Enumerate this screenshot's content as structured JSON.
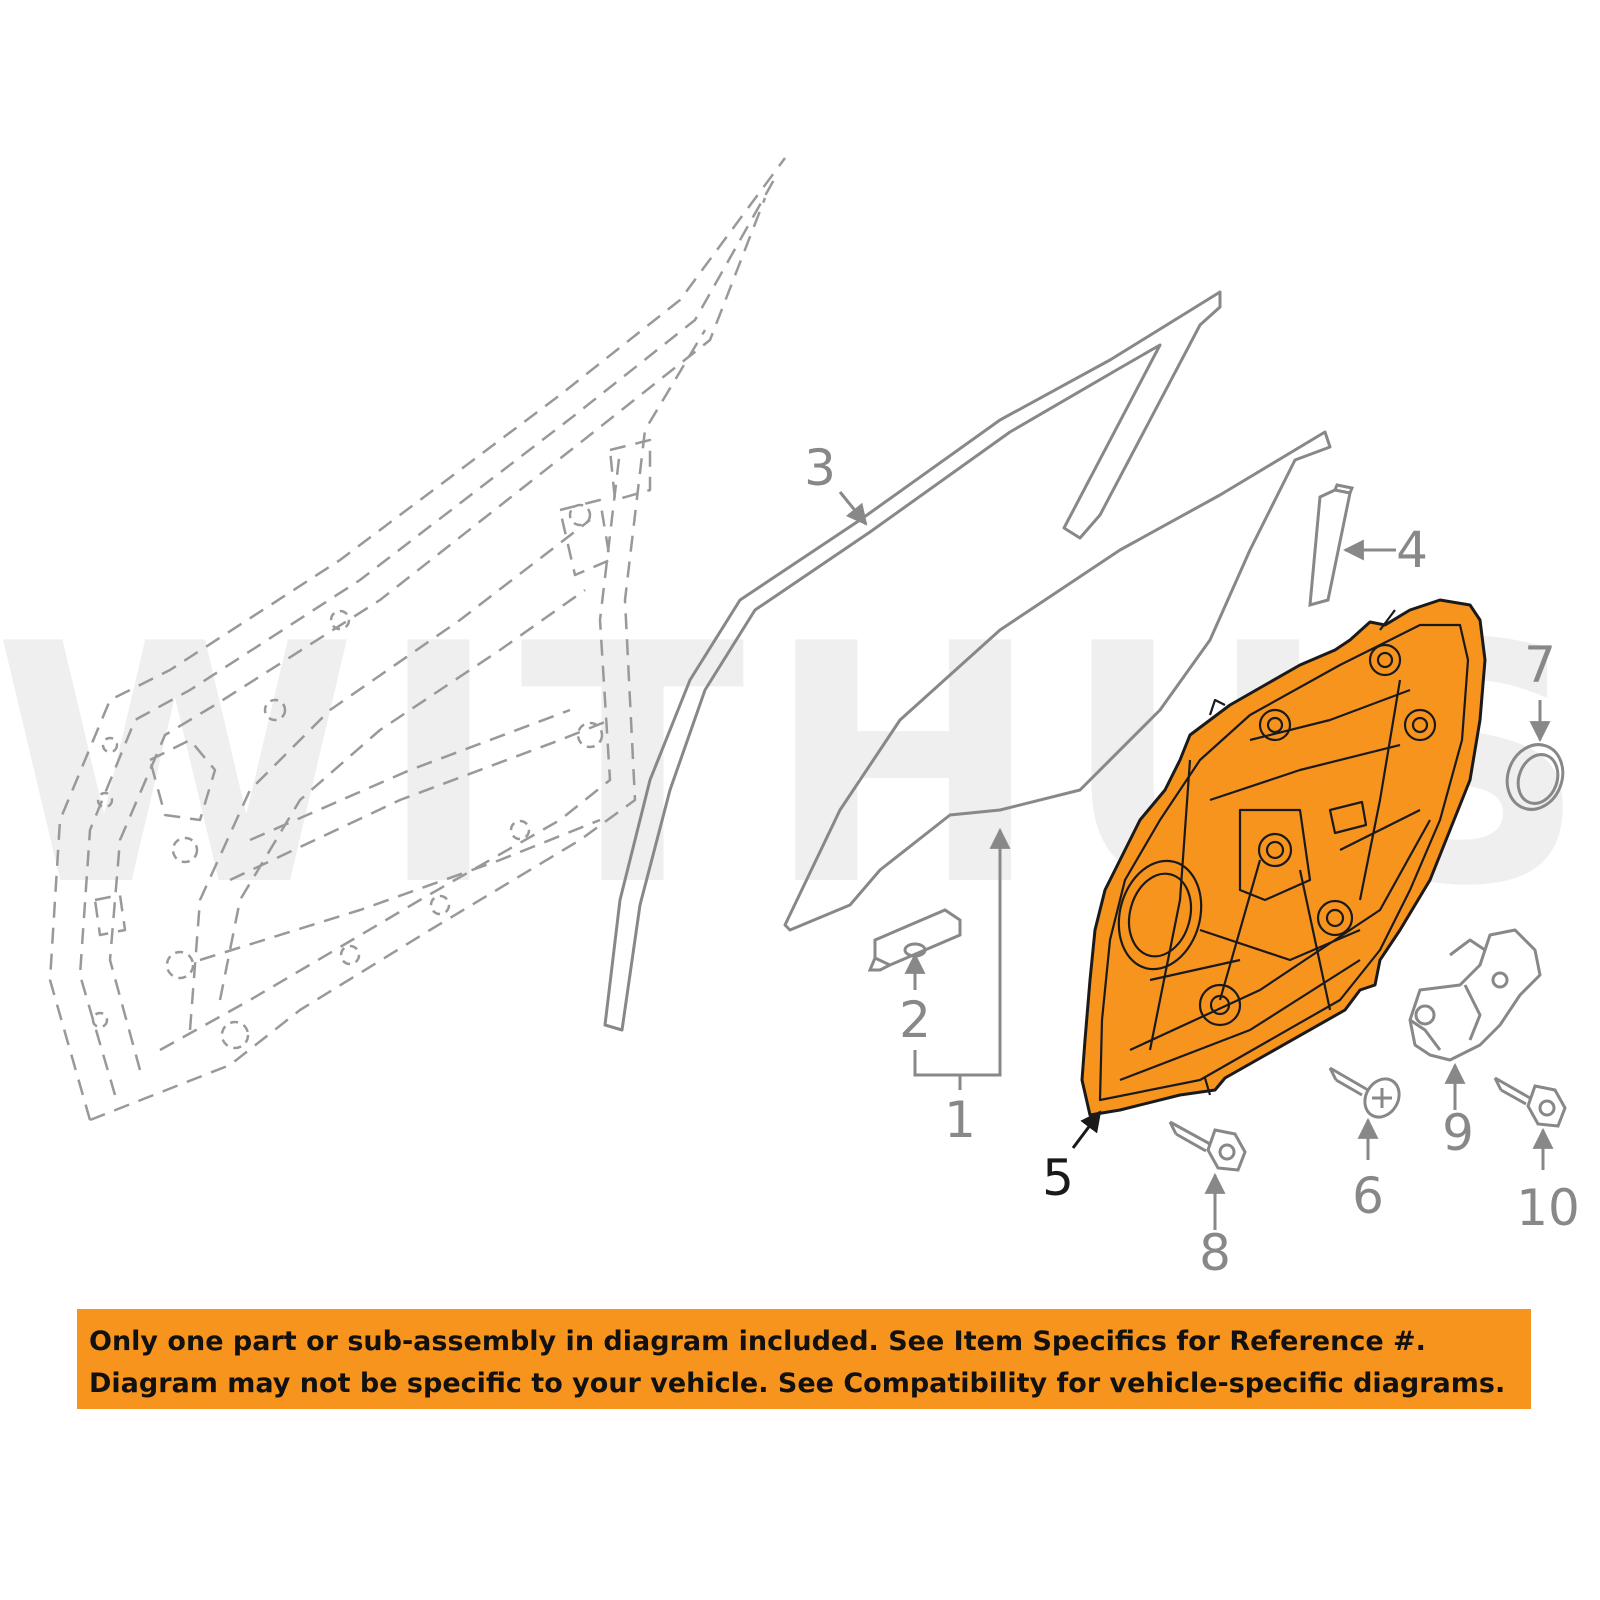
{
  "diagram": {
    "watermark": "WITHUS",
    "callouts": [
      "1",
      "2",
      "3",
      "4",
      "5",
      "6",
      "7",
      "8",
      "9",
      "10"
    ],
    "highlighted_callout": "5"
  },
  "notice": {
    "line1": "Only one part or sub-assembly in diagram included. See Item Specifics for Reference #.",
    "line2": "Diagram may not be specific to your vehicle. See Compatibility for vehicle-specific diagrams."
  },
  "colors": {
    "line": "#888888",
    "dark_line": "#1a1a1a",
    "highlight": "#f7941d",
    "notice_bg": "#f7941d",
    "watermark": "#efefef"
  }
}
